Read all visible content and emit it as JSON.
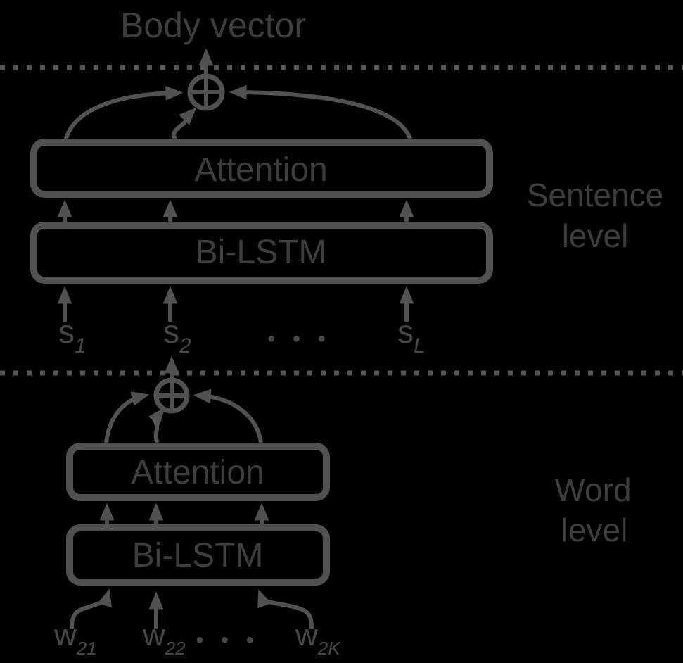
{
  "colors": {
    "background": "#000000",
    "line": "#515151",
    "dotted": "#565656",
    "box_text": "#3d3d3d",
    "side_text": "#3d3d3d",
    "input_text": "#474747"
  },
  "header": {
    "title": "Body vector"
  },
  "icons": {
    "sum_node": "circle-plus"
  },
  "sentence_section": {
    "side_label_line1": "Sentence",
    "side_label_line2": "level",
    "attention_label": "Attention",
    "bilstm_label": "Bi-LSTM",
    "inputs": {
      "i1": {
        "base": "s",
        "sub": "1"
      },
      "i2": {
        "base": "s",
        "sub": "2"
      },
      "dots": "● ● ●",
      "iL": {
        "base": "s",
        "sub": "L"
      }
    }
  },
  "word_section": {
    "side_label_line1": "Word",
    "side_label_line2": "level",
    "attention_label": "Attention",
    "bilstm_label": "Bi-LSTM",
    "inputs": {
      "i1": {
        "base": "w",
        "sub": "21"
      },
      "i2": {
        "base": "w",
        "sub": "22"
      },
      "dots": "● ● ●",
      "iK": {
        "base": "w",
        "sub": "2K"
      }
    }
  }
}
